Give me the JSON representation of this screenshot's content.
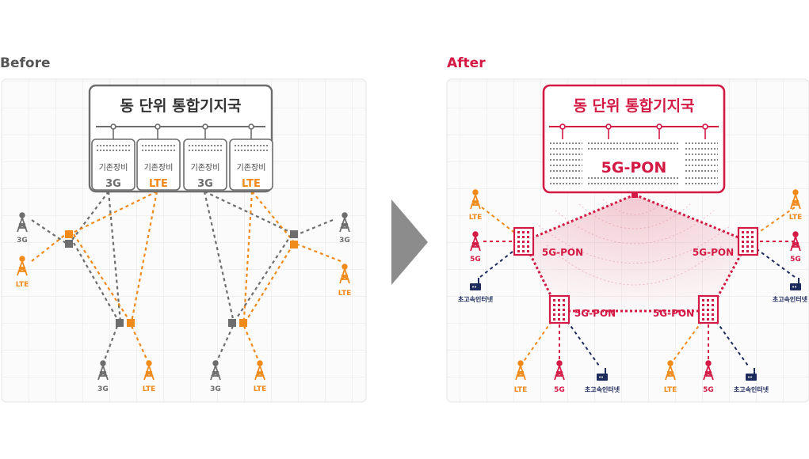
{
  "before": {
    "heading": "Before",
    "hub_title": "동 단위 통합기지국",
    "equipment": [
      {
        "label": "기존장비",
        "tech": "3G"
      },
      {
        "label": "기존장비",
        "tech": "LTE"
      },
      {
        "label": "기존장비",
        "tech": "3G"
      },
      {
        "label": "기존장비",
        "tech": "LTE"
      }
    ],
    "towers": {
      "left_3g": "3G",
      "left_lte": "LTE",
      "right_3g": "3G",
      "right_lte": "LTE",
      "bottom": [
        "3G",
        "LTE",
        "3G",
        "LTE"
      ]
    }
  },
  "after": {
    "heading": "After",
    "hub_title": "동 단위 통합기지국",
    "hub_tech": "5G-PON",
    "node_label": "5G-PON",
    "towers": {
      "left_lte": "LTE",
      "left_5g": "5G",
      "left_net": "초고속인터넷",
      "right_lte": "LTE",
      "right_5g": "5G",
      "right_net": "초고속인터넷",
      "bottom_left": [
        "LTE",
        "5G",
        "초고속인터넷"
      ],
      "bottom_right": [
        "LTE",
        "5G",
        "초고속인터넷"
      ]
    }
  },
  "colors": {
    "gray": "#6d6d6d",
    "orange": "#f08a1a",
    "red": "#d31a45",
    "navy": "#1d2a5c",
    "arrow": "#8c8c8c"
  }
}
